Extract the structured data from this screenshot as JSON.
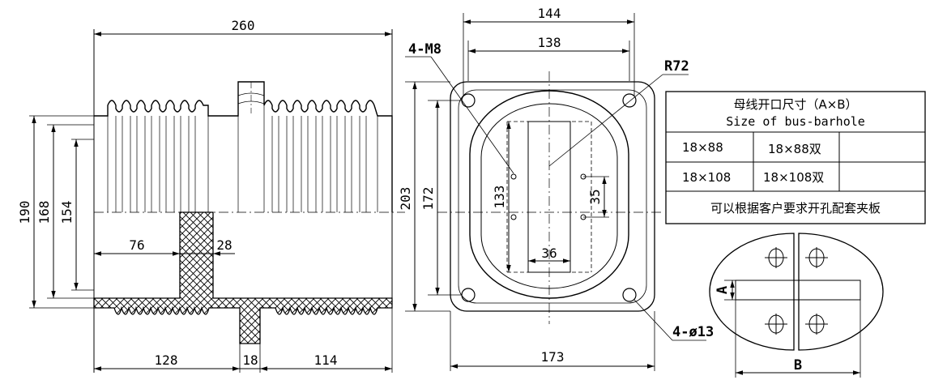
{
  "side_view": {
    "dims": {
      "overall_length": "260",
      "h190": "190",
      "h168": "168",
      "h154": "154",
      "d76": "76",
      "d28": "28",
      "d128": "128",
      "d18": "18",
      "d114": "114"
    }
  },
  "front_view": {
    "dims": {
      "w144": "144",
      "w138": "138",
      "radius": "R72",
      "bolts": "4-M8",
      "h203": "203",
      "h172": "172",
      "h133": "133",
      "d35": "35",
      "d36": "36",
      "w173": "173",
      "holes": "4-ø13"
    }
  },
  "table": {
    "title_cn": "母线开口尺寸（A×B）",
    "title_en": "Size of bus-barhole",
    "rows": [
      [
        "18×88",
        "18×88双",
        ""
      ],
      [
        "18×108",
        "18×108双",
        ""
      ]
    ],
    "note": "可以根据客户要求开孔配套夹板"
  },
  "clamp_view": {
    "label_a": "A",
    "label_b": "B"
  }
}
